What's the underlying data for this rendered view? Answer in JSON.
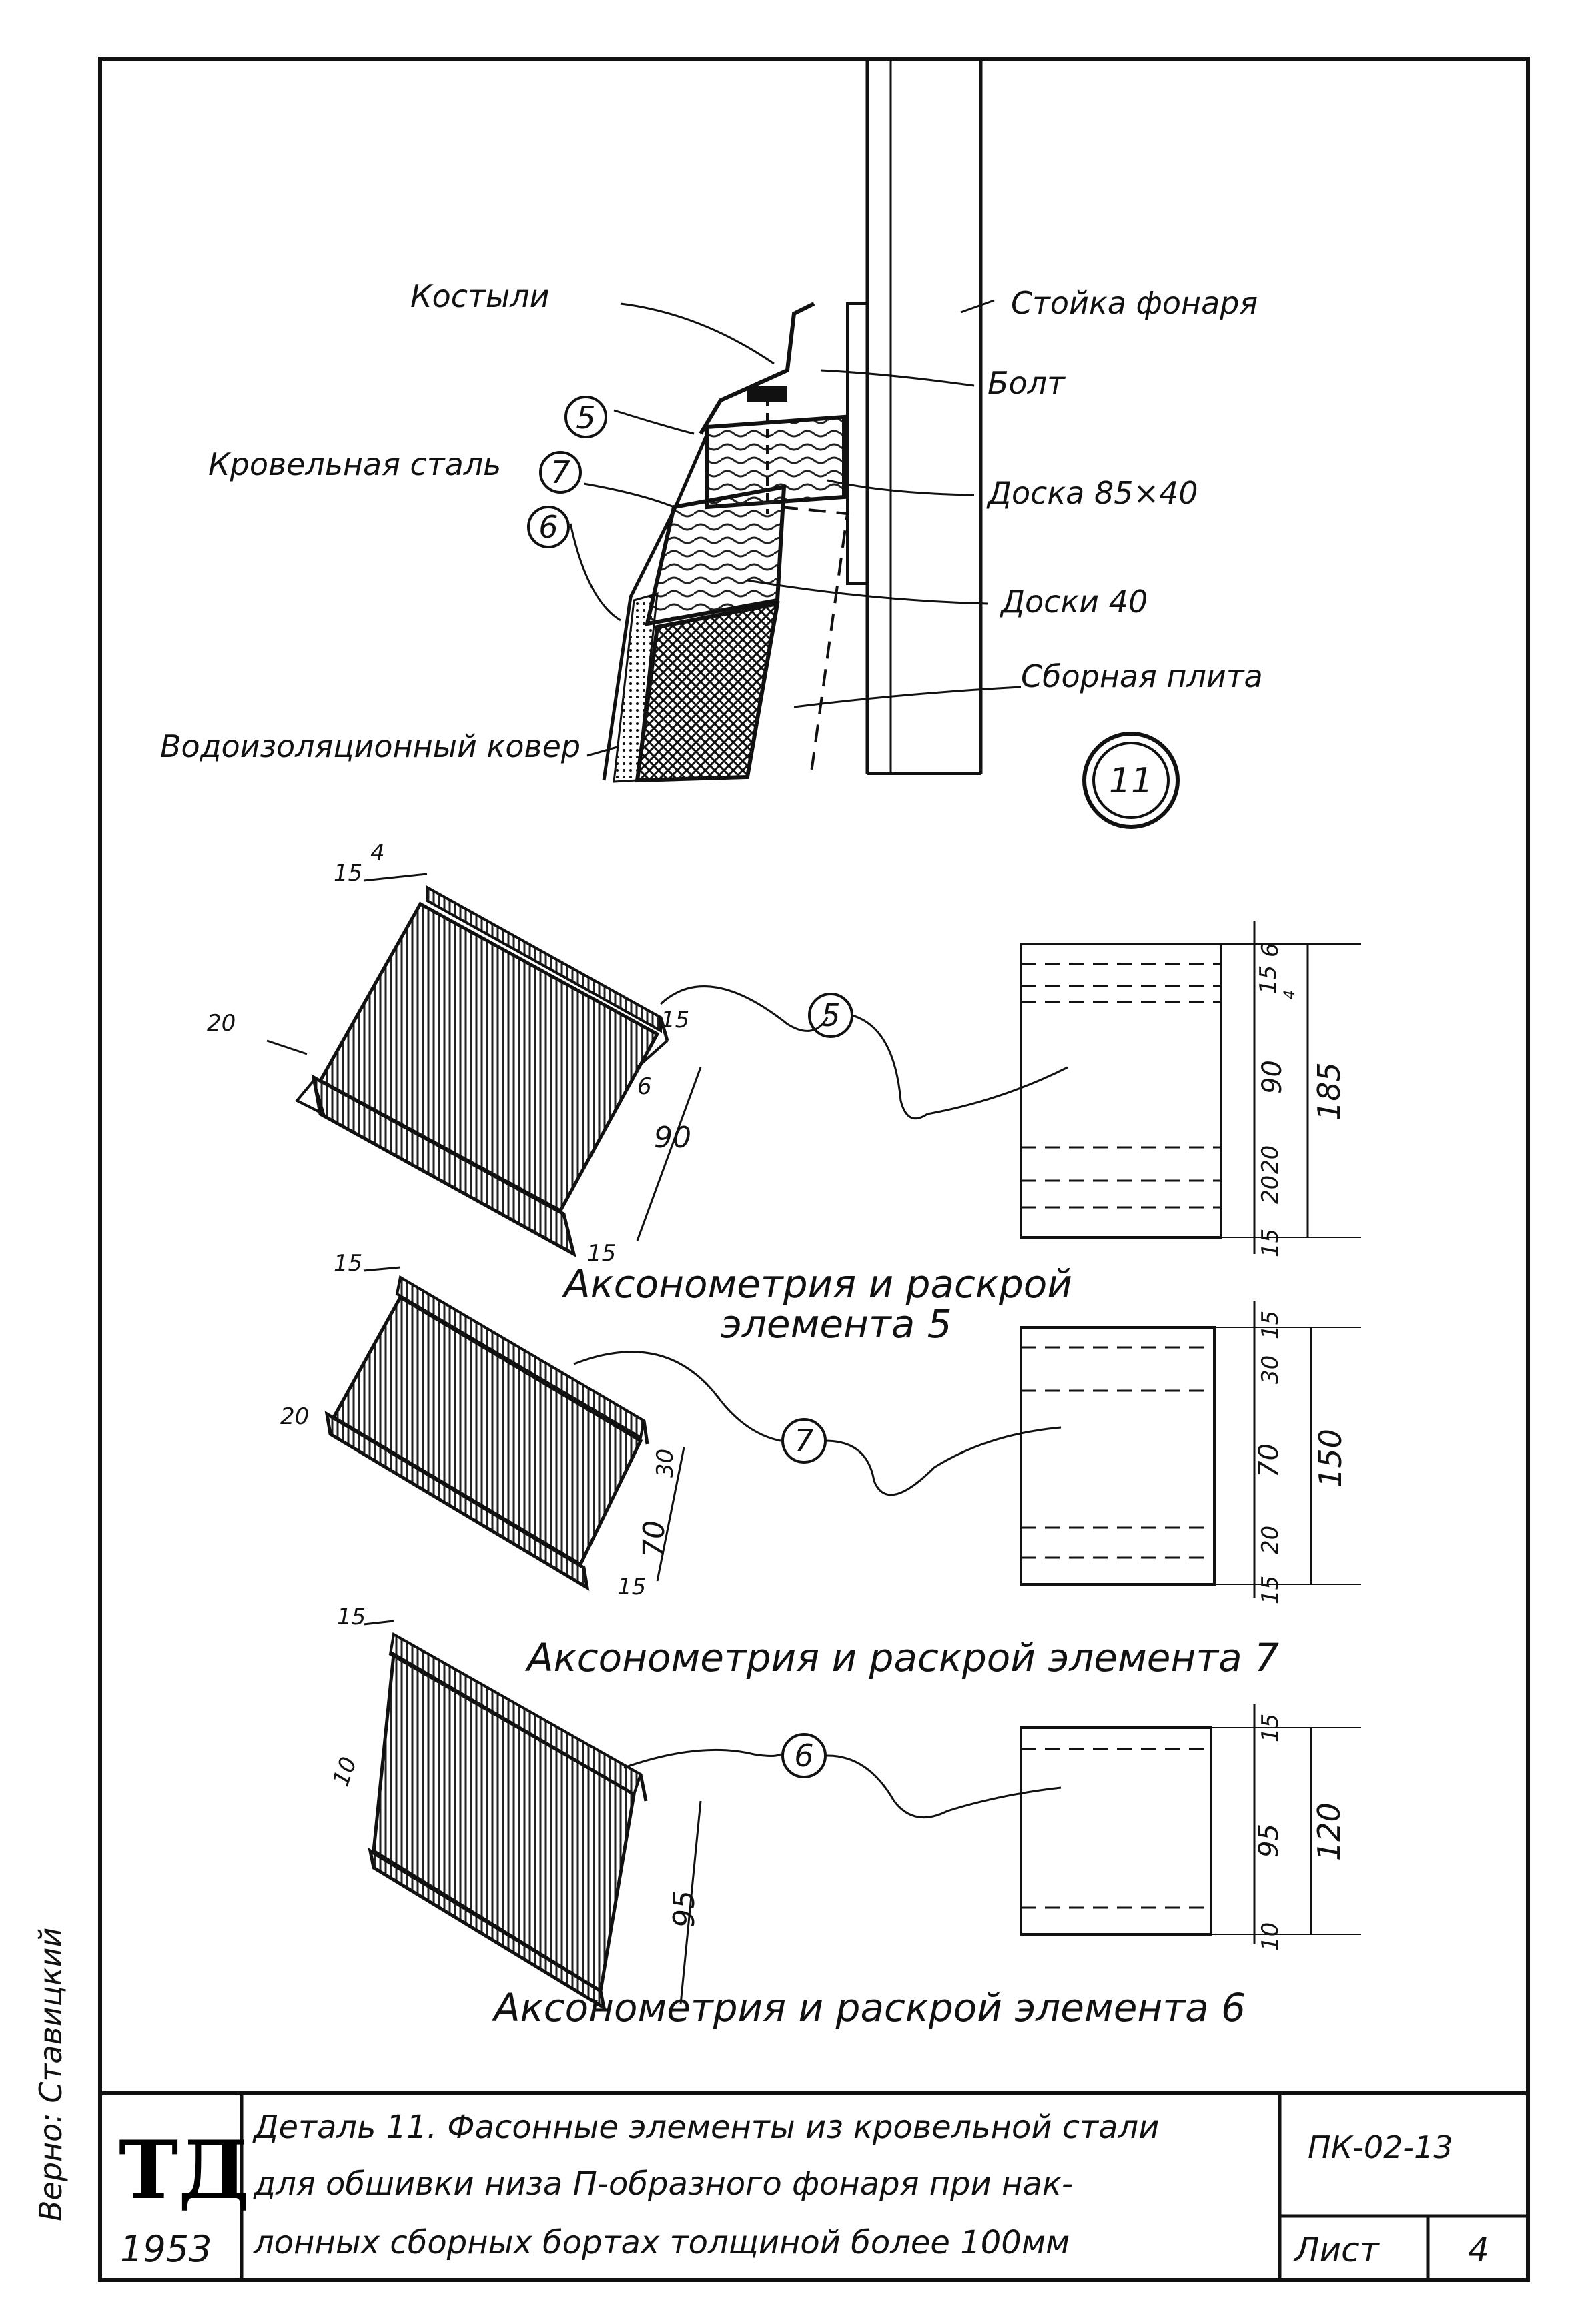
{
  "labels": {
    "kostyli": "Костыли",
    "stoyka": "Стойка фонаря",
    "bolt": "Болт",
    "krovelnaya_stal": "Кровельная сталь",
    "doska_85x40": "Доска 85×40",
    "doski_40": "Доски 40",
    "sbornaya_plita": "Сборная плита",
    "vodoizol": "Водоизоляционный ковер"
  },
  "markers": {
    "m5": "5",
    "m7": "7",
    "m6": "6",
    "detail": "11"
  },
  "element5": {
    "caption_l1": "Аксонометрия и раскрой",
    "caption_l2": "элемента 5",
    "iso_dims": {
      "d15": "15",
      "d4": "4",
      "d20": "20",
      "d15b": "15",
      "d6": "6",
      "d90": "90",
      "d15c": "15"
    },
    "cut_dims": {
      "c6": "6",
      "c15": "15",
      "c4": "4",
      "c90": "90",
      "c20a": "20",
      "c20b": "20",
      "c15b": "15",
      "total": "185"
    }
  },
  "element7": {
    "caption": "Аксонометрия и раскрой элемента 7",
    "iso_dims": {
      "d15": "15",
      "d20": "20",
      "d30": "30",
      "d70": "70",
      "d15b": "15"
    },
    "cut_dims": {
      "c15": "15",
      "c30": "30",
      "c70": "70",
      "c20": "20",
      "c15b": "15",
      "total": "150"
    }
  },
  "element6": {
    "caption": "Аксонометрия и раскрой элемента 6",
    "iso_dims": {
      "d15": "15",
      "d10": "10",
      "d95": "95"
    },
    "cut_dims": {
      "c15": "15",
      "c95": "95",
      "c10": "10",
      "total": "120"
    }
  },
  "side_note": "Верно: Ставицкий",
  "title_block": {
    "logo": "ТД",
    "year": "1953",
    "line1": "Деталь 11. Фасонные элементы из кровельной стали",
    "line2": "для обшивки низа П-образного фонаря при нак-",
    "line3": "лонных сборных бортах толщиной более 100мм",
    "code": "ПК-02-13",
    "sheet_label": "Лист",
    "sheet_no": "4"
  }
}
